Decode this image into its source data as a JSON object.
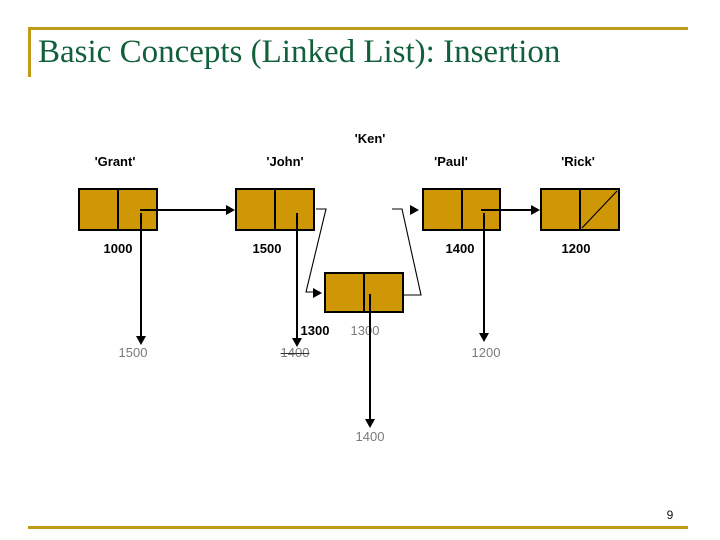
{
  "slide": {
    "title": "Basic Concepts (Linked List): Insertion",
    "page_number": "9",
    "accent_color": "#bf9b18",
    "title_color": "#11603a",
    "node_fill_color": "#cf9606",
    "node_border_color": "#000000"
  },
  "diagram": {
    "type": "linked-list-insertion",
    "list_nodes": [
      {
        "name": "'Grant'",
        "address": "1000"
      },
      {
        "name": "'John'",
        "address": "1500"
      },
      {
        "name": "'Paul'",
        "address": "1400"
      },
      {
        "name": "'Rick'",
        "address": "1200"
      }
    ],
    "inserted_node": {
      "name": "'Ken'",
      "address_bold": "1300",
      "address_gray": "1300"
    },
    "pointer_annotations": [
      {
        "text": "1500",
        "style": "gray"
      },
      {
        "text": "1400",
        "style": "gray-struck"
      },
      {
        "text": "1200",
        "style": "gray"
      },
      {
        "text": "1400",
        "style": "gray"
      }
    ],
    "tail_marker": "null-diagonal"
  }
}
